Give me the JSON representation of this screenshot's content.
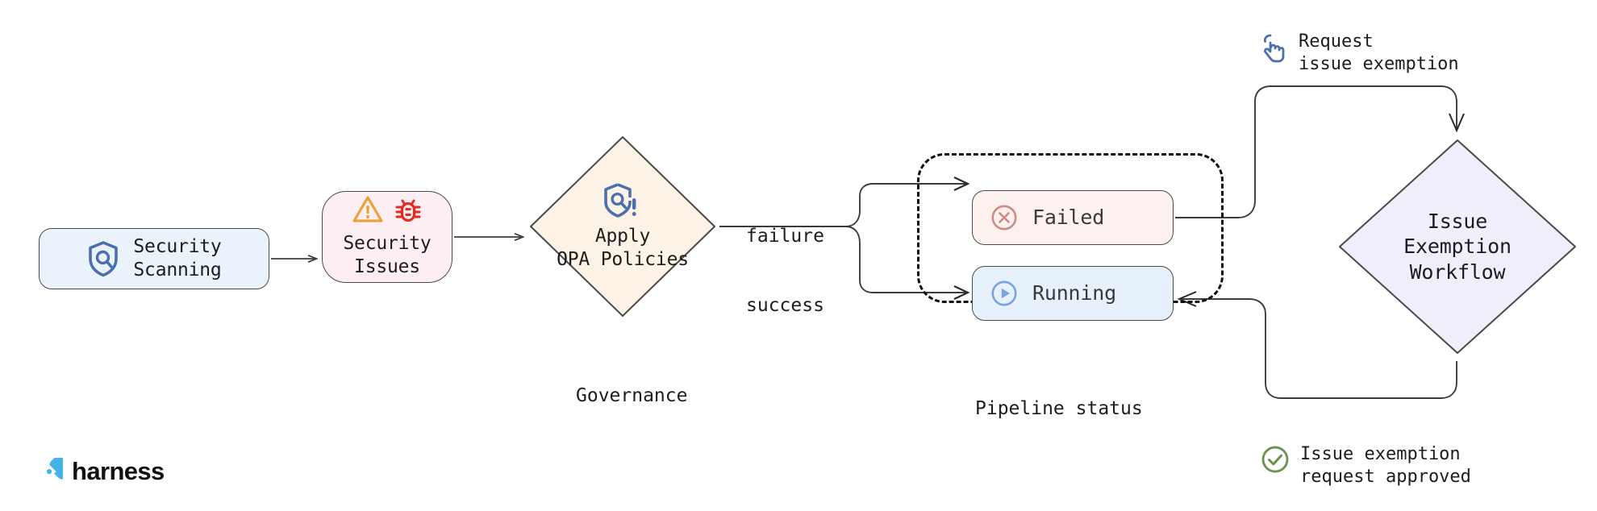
{
  "diagram": {
    "title": "Security scanning governance and issue exemption flow",
    "brand": {
      "name": "harness",
      "logo_icon": "harness-diamond-logo",
      "color": "#45b2e8"
    }
  },
  "nodes": [
    {
      "id": "security-scanning",
      "label": "Security\nScanning",
      "icon": "shield-search-icon",
      "shape": "rounded-rect",
      "fill": "#eaf2fb",
      "stroke": "#4a4a4a"
    },
    {
      "id": "security-issues",
      "label": "Security\nIssues",
      "icons": [
        "warning-triangle-icon",
        "bug-icon"
      ],
      "shape": "rounded-rect",
      "fill": "#fdeef4",
      "stroke": "#4a4a4a"
    },
    {
      "id": "apply-opa-policies",
      "label": "Apply\nOPA Policies",
      "icon": "shield-search-alert-icon",
      "shape": "diamond",
      "fill": "#fdf2e6",
      "stroke": "#4a4a4a"
    },
    {
      "id": "failed",
      "label": "Failed",
      "icon": "circle-x-icon",
      "shape": "rounded-rect",
      "fill": "#fdf1f0",
      "stroke": "#3a3a3a",
      "icon_color": "#cf8a84"
    },
    {
      "id": "running",
      "label": "Running",
      "icon": "circle-play-icon",
      "shape": "rounded-rect",
      "fill": "#e6f1fc",
      "stroke": "#3a3a3a",
      "icon_color": "#7ba3e0"
    },
    {
      "id": "issue-exemption-workflow",
      "label": "Issue\nExemption\nWorkflow",
      "shape": "diamond",
      "fill": "#f0eefb",
      "stroke": "#4a4a4a"
    }
  ],
  "groups": [
    {
      "id": "pipeline-status",
      "caption": "Pipeline status",
      "style": "dashed",
      "members": [
        "failed",
        "running"
      ]
    }
  ],
  "captions": {
    "governance": "Governance",
    "pipeline_status": "Pipeline status",
    "failure": "failure",
    "success": "success"
  },
  "annotations": [
    {
      "id": "request-issue-exemption",
      "text": "Request\nissue exemption",
      "icon": "click-tap-icon",
      "icon_color": "#4c6fae"
    },
    {
      "id": "issue-exemption-approved",
      "text": "Issue exemption\nrequest approved",
      "icon": "check-circle-icon",
      "icon_color": "#6b9450"
    }
  ],
  "edges": [
    {
      "from": "security-scanning",
      "to": "security-issues",
      "label": ""
    },
    {
      "from": "security-issues",
      "to": "apply-opa-policies",
      "label": ""
    },
    {
      "from": "apply-opa-policies",
      "to": "failed",
      "label": "failure"
    },
    {
      "from": "apply-opa-policies",
      "to": "running",
      "label": "success"
    },
    {
      "from": "failed",
      "to": "issue-exemption-workflow",
      "label": "Request issue exemption"
    },
    {
      "from": "issue-exemption-workflow",
      "to": "running",
      "label": "Issue exemption request approved"
    }
  ]
}
